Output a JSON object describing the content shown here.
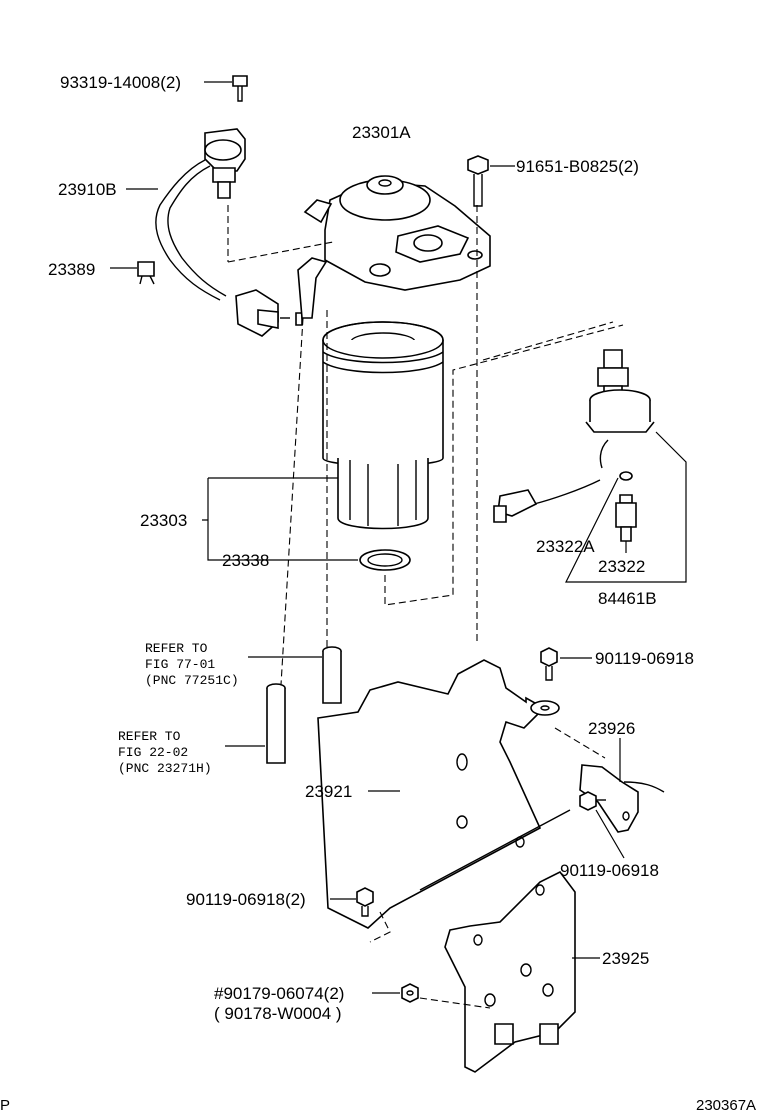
{
  "labels": {
    "bolt_93319": "93319-14008(2)",
    "sensor_23910b": "23910B",
    "clamp_23389": "23389",
    "head_23301a": "23301A",
    "bolt_91651": "91651-B0825(2)",
    "filter_23303": "23303",
    "gasket_23338": "23338",
    "switch_23322a": "23322A",
    "switch_23322": "23322",
    "switch_assy_84461b": "84461B",
    "bolt_90119_top": "90119-06918",
    "clamp_23926": "23926",
    "bolt_90119_side": "90119-06918",
    "bracket_23921": "23921",
    "bolt_90119_left": "90119-06918(2)",
    "bracket_23925": "23925",
    "nut_90179": "#90179-06074(2)",
    "nut_90178": "( 90178-W0004 )",
    "figure_id": "230367A",
    "corner_mark": "P"
  },
  "references": {
    "ref1_line1": "REFER TO",
    "ref1_line2": "FIG 77-01",
    "ref1_line3": "(PNC 77251C)",
    "ref2_line1": "REFER TO",
    "ref2_line2": "FIG 22-02",
    "ref2_line3": "(PNC 23271H)"
  }
}
